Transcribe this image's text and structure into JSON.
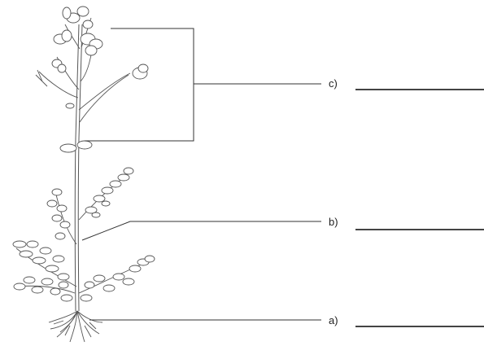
{
  "labels": {
    "a": "a)",
    "b": "b)",
    "c": "c)"
  }
}
